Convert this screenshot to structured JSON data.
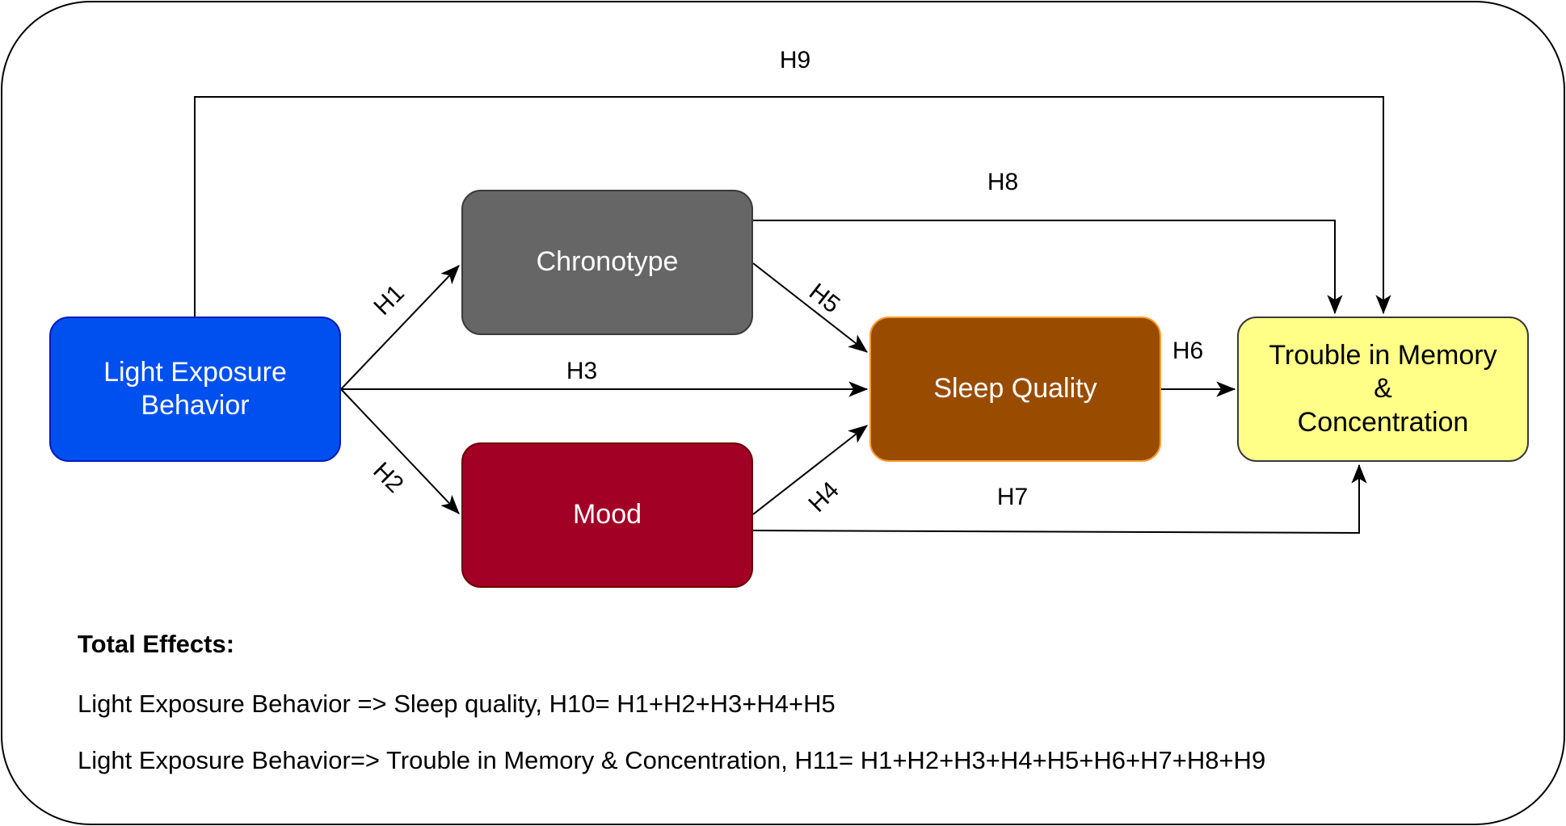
{
  "colors": {
    "light_exposure": "#0050ef",
    "chronotype": "#666666",
    "mood": "#a20025",
    "sleep_quality": "#994c00",
    "trouble_memory": "#ffff88",
    "stroke": "#000000"
  },
  "nodes": {
    "light_exposure": "Light Exposure\nBehavior",
    "chronotype": "Chronotype",
    "mood": "Mood",
    "sleep_quality": "Sleep Quality",
    "trouble_memory": "Trouble in Memory\n&\nConcentration"
  },
  "hypotheses": {
    "h1": "H1",
    "h2": "H2",
    "h3": "H3",
    "h4": "H4",
    "h5": "H5",
    "h6": "H6",
    "h7": "H7",
    "h8": "H8",
    "h9": "H9"
  },
  "total_effects": {
    "title": "Total Effects:",
    "line1": "Light Exposure Behavior => Sleep quality, H10= H1+H2+H3+H4+H5",
    "line2": "Light Exposure Behavior=> Trouble in Memory & Concentration, H11= H1+H2+H3+H4+H5+H6+H7+H8+H9"
  }
}
